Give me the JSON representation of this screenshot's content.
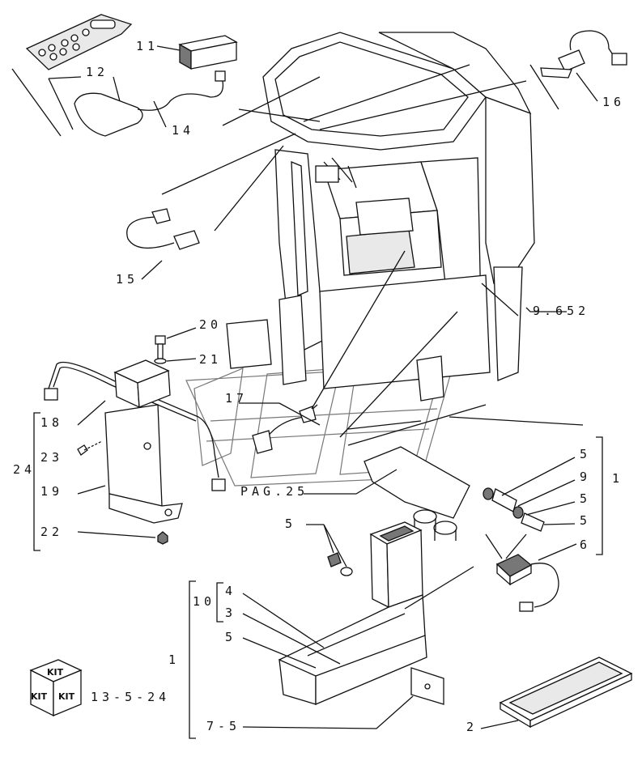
{
  "labels": {
    "l11": "11",
    "l12": "12",
    "l14": "14",
    "l16": "16",
    "l15": "15",
    "l9652": "9.652",
    "l20": "20",
    "l21": "21",
    "l17": "17",
    "l18": "18",
    "l23": "23",
    "l24": "24",
    "l19": "19",
    "l22": "22",
    "lpag": "PAG.25",
    "l5a": "5",
    "l9": "9",
    "l5b": "5",
    "l5c": "5",
    "l1a": "1",
    "l6": "6",
    "l5d": "5",
    "l10": "10",
    "l4": "4",
    "l3": "3",
    "l5e": "5",
    "l1b": "1",
    "l75": "7-5",
    "l2": "2",
    "lref": "13-5-24"
  },
  "kit": {
    "top": "KIT",
    "left": "KIT",
    "right": "KIT"
  }
}
